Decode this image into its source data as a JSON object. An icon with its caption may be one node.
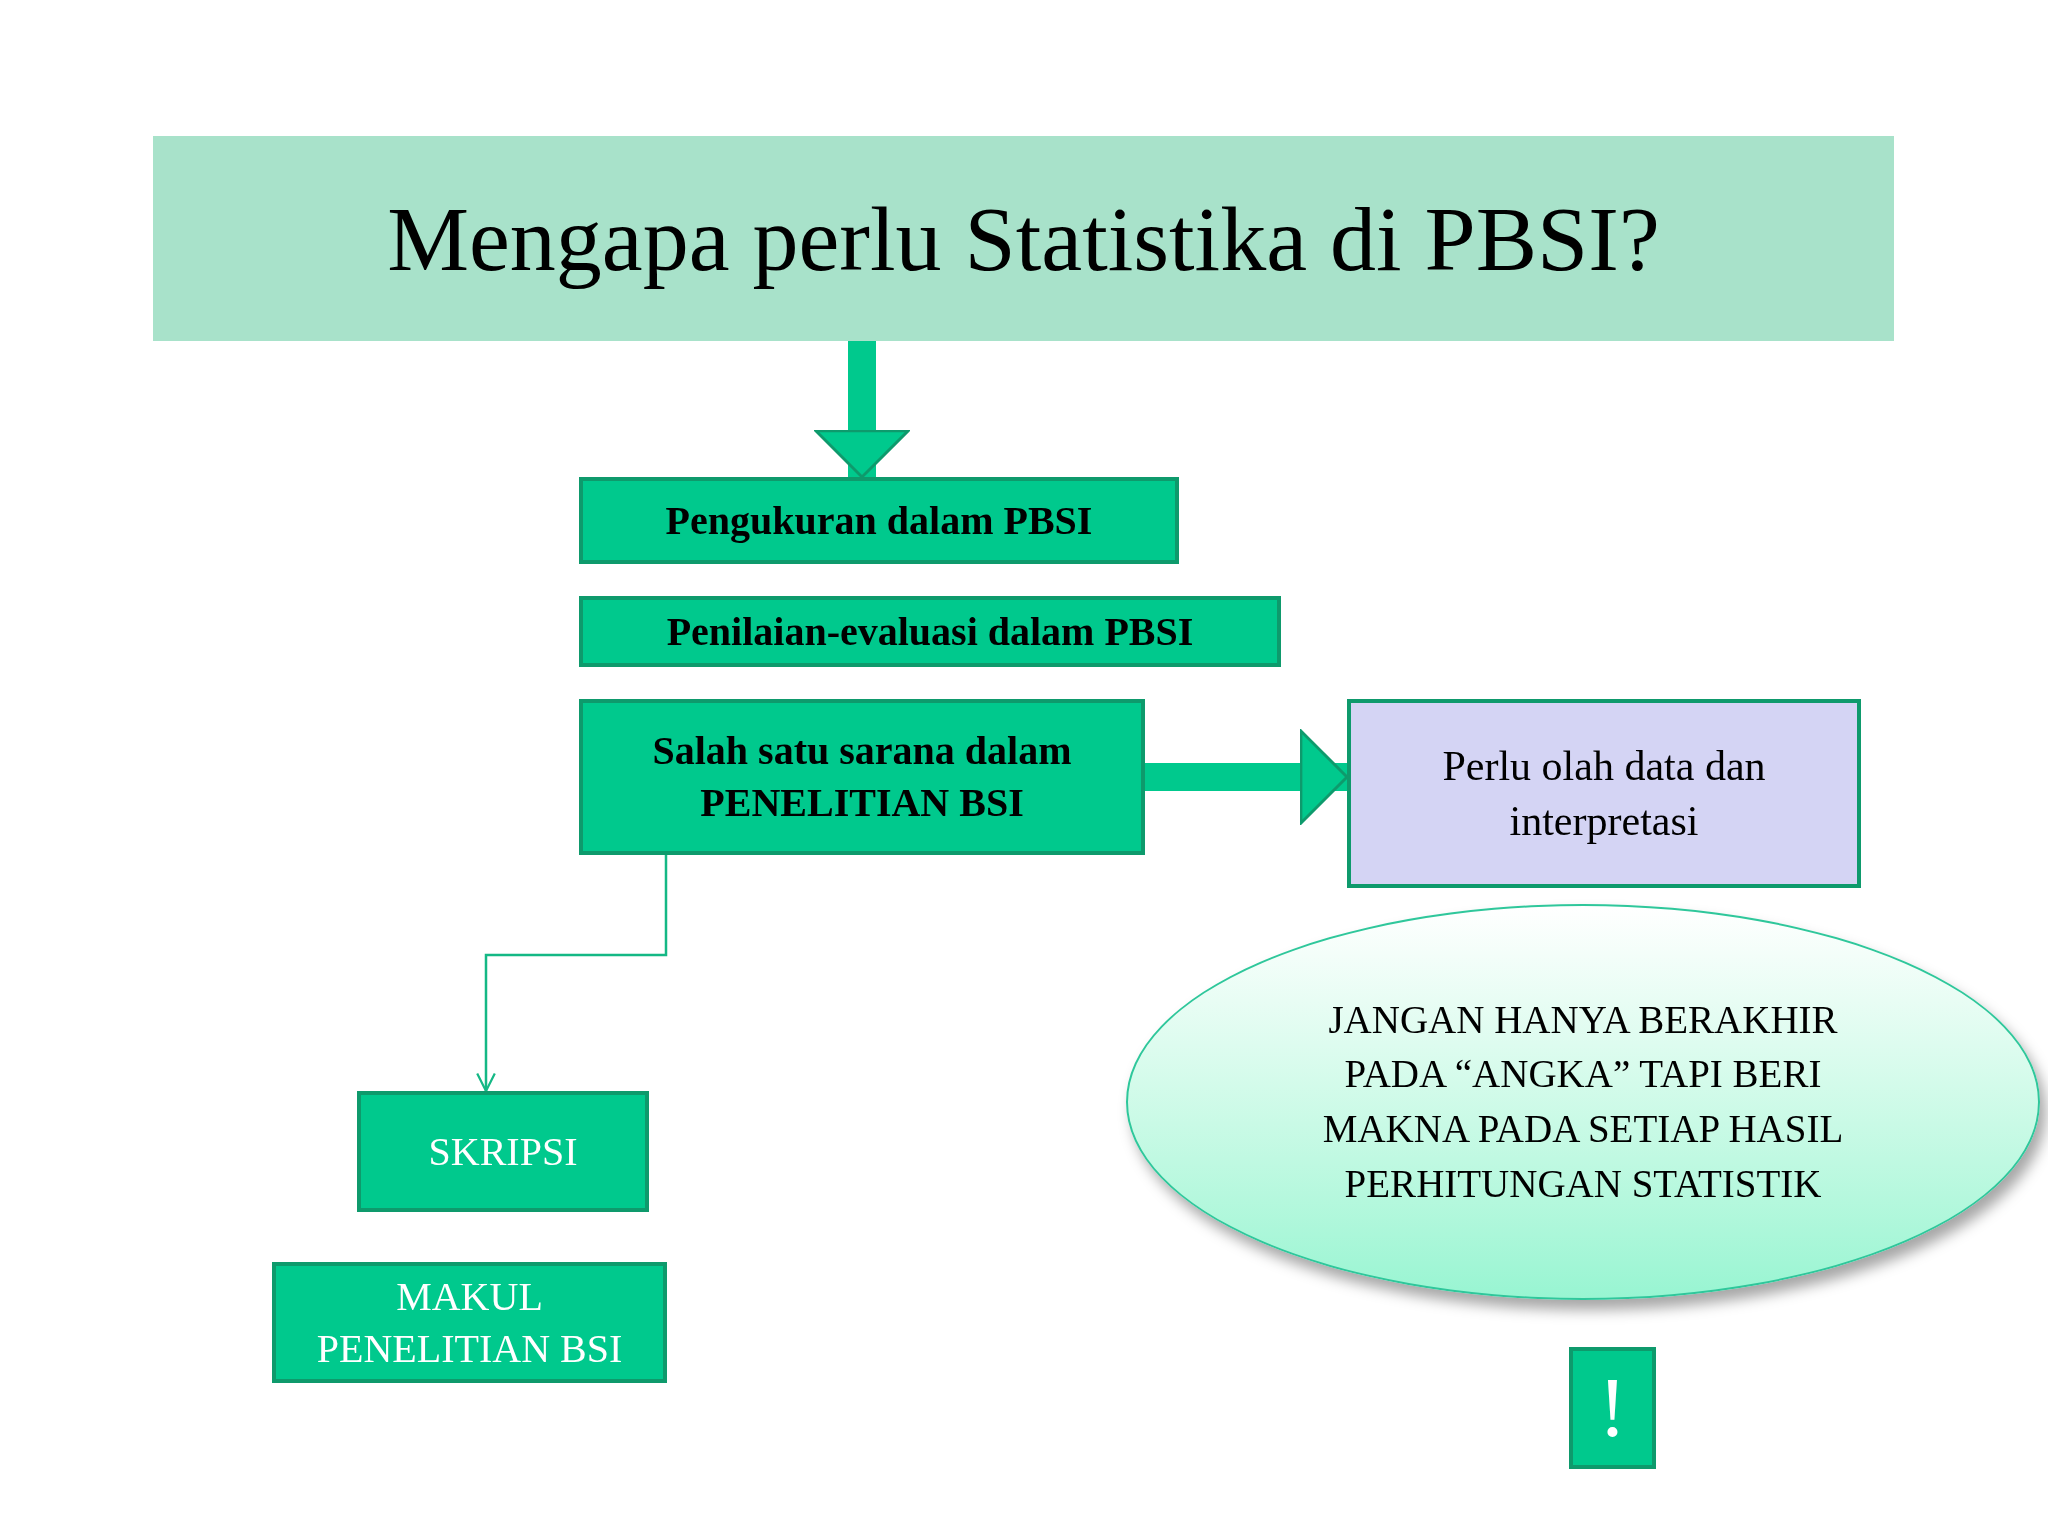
{
  "diagram": {
    "nodes": [
      {
        "text": [
          "Mengapa perlu Statistika di PBSI?"
        ]
      },
      {
        "text": [
          "Pengukuran dalam PBSI"
        ]
      },
      {
        "text": [
          "Penilaian-evaluasi dalam PBSI"
        ]
      },
      {
        "text": [
          "Salah satu sarana dalam PENELITIAN BSI"
        ]
      },
      {
        "text": [
          "Perlu olah data dan interpretasi"
        ]
      },
      {
        "text": [
          "JANGAN HANYA BERAKHIR PADA “ANGKA” TAPI BERI MAKNA PADA SETIAP HASIL PERHITUNGAN STATISTIK"
        ]
      },
      {
        "text": [
          "SKRIPSI"
        ]
      },
      {
        "text": [
          "MAKUL PENELITIAN BSI"
        ]
      },
      {
        "text": [
          "!"
        ]
      }
    ],
    "edges": [
      {
        "from": 0,
        "to": 1,
        "arrow": "to"
      },
      {
        "from": 3,
        "to": 4,
        "arrow": "to"
      },
      {
        "from": 3,
        "to": 6,
        "arrow": "to"
      }
    ]
  }
}
